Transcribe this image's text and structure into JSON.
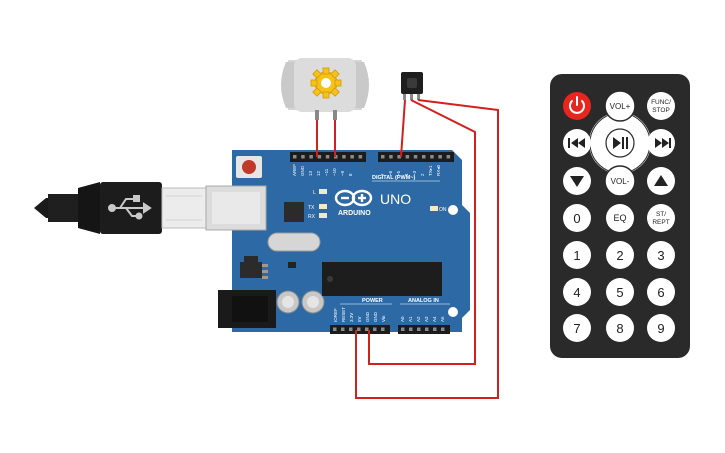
{
  "board": {
    "brand": "ARDUINO",
    "model": "UNO",
    "digital_header_label": "DIGITAL (PWM~)",
    "power_label": "POWER",
    "analog_label": "ANALOG IN",
    "led_l": "L",
    "led_tx": "TX",
    "led_rx": "RX",
    "led_on": "ON",
    "pin_aref": "AREF",
    "pin_gnd_top": "GND",
    "pin_13": "13",
    "pin_12": "12",
    "pin_11": "~11",
    "pin_10": "~10",
    "pin_9": "~9",
    "pin_8": "8",
    "pin_7": "7",
    "pin_6": "~6",
    "pin_5": "~5",
    "pin_4": "4",
    "pin_3": "~3",
    "pin_2": "2",
    "pin_tx": "TX▸1",
    "pin_rx": "RX◂0",
    "pin_ioref": "IOREF",
    "pin_reset": "RESET",
    "pin_3v3": "3.3V",
    "pin_5v": "5V",
    "pin_gnd_a": "GND",
    "pin_gnd_b": "GND",
    "pin_vin": "Vin",
    "pin_a0": "A0",
    "pin_a1": "A1",
    "pin_a2": "A2",
    "pin_a3": "A3",
    "pin_a4": "A4",
    "pin_a5": "A5"
  },
  "remote": {
    "power": "⏻",
    "vol_up": "VOL+",
    "func_stop": "FUNC/\nSTOP",
    "func_line1": "FUNC/",
    "func_line2": "STOP",
    "prev": "⏮",
    "play_pause": "⏯",
    "next": "⏭",
    "down": "▼",
    "vol_down": "VOL-",
    "up": "▲",
    "n0": "0",
    "eq": "EQ",
    "st_line1": "ST/",
    "st_line2": "REPT",
    "n1": "1",
    "n2": "2",
    "n3": "3",
    "n4": "4",
    "n5": "5",
    "n6": "6",
    "n7": "7",
    "n8": "8",
    "n9": "9"
  },
  "colors": {
    "board": "#2d6aa5",
    "wire": "#d21f1f",
    "remote_body": "#2a2a2a",
    "remote_button": "#ffffff",
    "power_button": "#e8261d",
    "motor": "#d3d3d3",
    "gear": "#f4c21a"
  },
  "icons": [
    "usb-icon",
    "gear-icon",
    "arduino-infinity-logo-icon",
    "power-icon",
    "play-pause-icon",
    "prev-track-icon",
    "next-track-icon",
    "arrow-up-icon",
    "arrow-down-icon"
  ]
}
